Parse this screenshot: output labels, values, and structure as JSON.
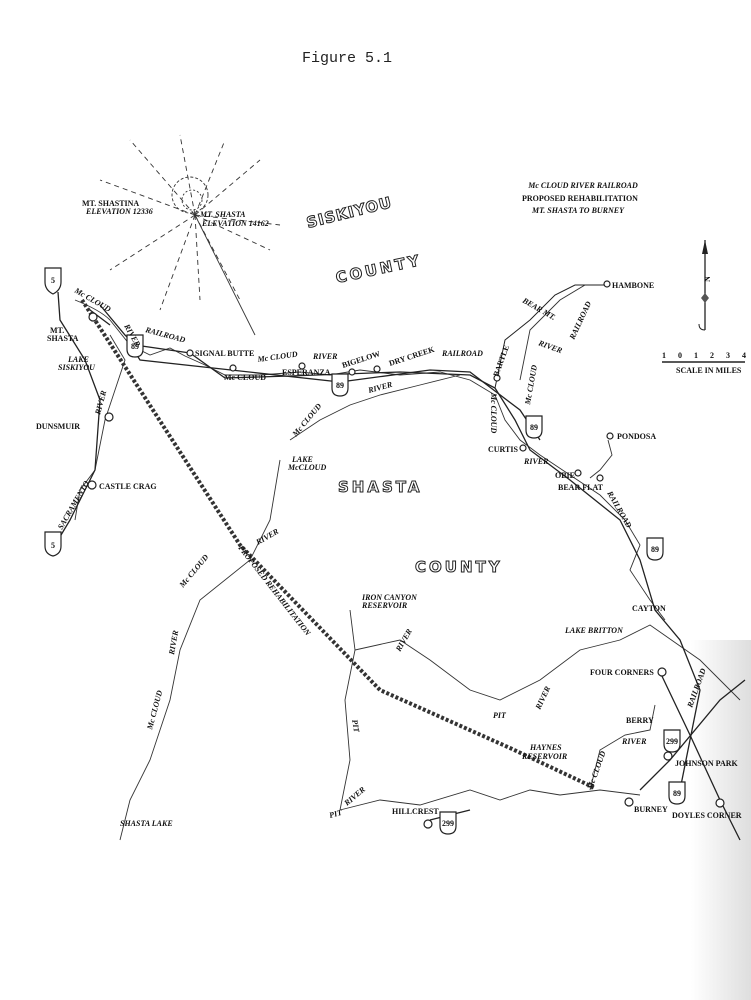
{
  "figure_label": "Figure 5.1",
  "title": {
    "main": "Mc CLOUD RIVER RAILROAD",
    "sub": "PROPOSED REHABILITATION",
    "route": "MT. SHASTA TO BURNEY"
  },
  "counties": {
    "siskiyou": "SISKIYOU",
    "siskiyou_county": "COUNTY",
    "shasta": "SHASTA",
    "shasta_county": "COUNTY"
  },
  "peaks": {
    "shastina": "MT. SHASTINA",
    "shastina_elev": "ELEVATION 12336",
    "shasta": "MT. SHASTA",
    "shasta_elev": "ELEVATION 14162"
  },
  "places": {
    "mt_shasta": "MT.",
    "mt_shasta2": "SHASTA",
    "lake_siskiyou": "LAKE",
    "lake_siskiyou2": "SISKIYOU",
    "dunsmuir": "DUNSMUIR",
    "castle_crag": "CASTLE CRAG",
    "signal_butte": "SIGNAL BUTTE",
    "mccloud": "Mc CLOUD",
    "esperanza": "ESPERANZA",
    "bigelow": "BIGELOW",
    "dry_creek": "DRY CREEK",
    "hambone": "HAMBONE",
    "bartle": "BARTLE",
    "curtis": "CURTIS",
    "pondosa": "PONDOSA",
    "obie": "OBIE",
    "bear_flat": "BEAR FLAT",
    "lake_mccloud": "LAKE",
    "lake_mccloud2": "McCLOUD",
    "iron_canyon": "IRON CANYON",
    "iron_canyon2": "RESERVOIR",
    "cayton": "CAYTON",
    "lake_britton": "LAKE BRITTON",
    "four_corners": "FOUR CORNERS",
    "berry": "BERRY",
    "johnson_park": "JOHNSON PARK",
    "haynes": "HAYNES",
    "haynes2": "RESERVOIR",
    "burney": "BURNEY",
    "doyles_corner": "DOYLES CORNER",
    "hillcrest": "HILLCREST",
    "shasta_lake": "SHASTA LAKE"
  },
  "features": {
    "mccloud": "Mc CLOUD",
    "river": "RIVER",
    "railroad": "RAILROAD",
    "sacramento": "SACRAMENTO",
    "bear_mt": "BEAR MT.",
    "pit": "PIT",
    "proposed": "PROPOSED REHABILITATION"
  },
  "highways": [
    "5",
    "89",
    "89",
    "89",
    "89",
    "5",
    "299",
    "299",
    "89"
  ],
  "scale": {
    "ticks": [
      "1",
      "0",
      "1",
      "2",
      "3",
      "4"
    ],
    "label": "SCALE IN MILES"
  },
  "north": "N"
}
